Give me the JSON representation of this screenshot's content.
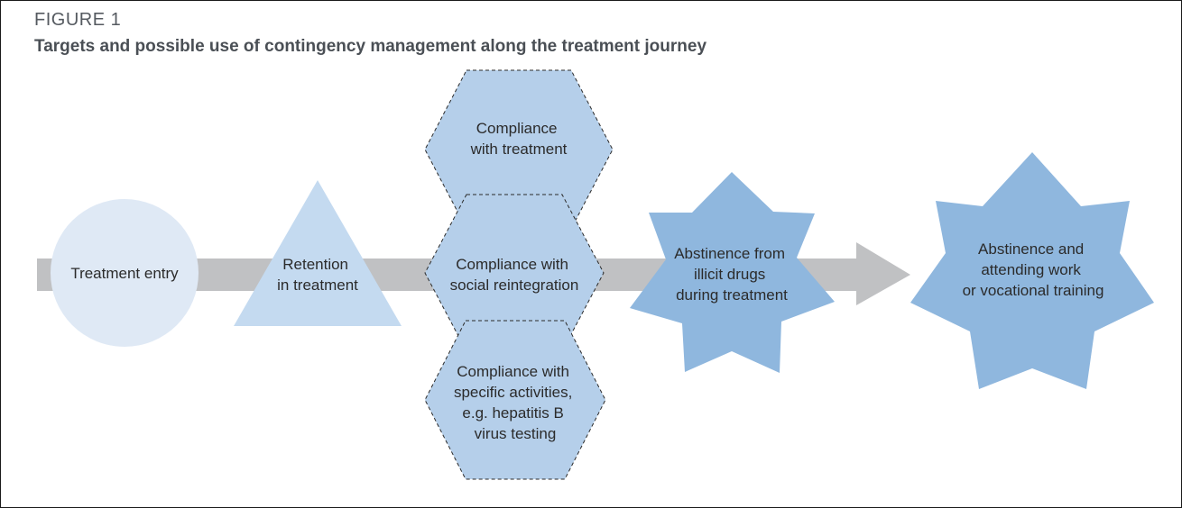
{
  "figure": {
    "label": "FIGURE 1",
    "title": "Targets and possible use of contingency management along the treatment journey"
  },
  "nodes": {
    "treatment_entry": [
      "Treatment entry"
    ],
    "retention": [
      "Retention",
      "in treatment"
    ],
    "compliance_treatment": [
      "Compliance",
      "with treatment"
    ],
    "compliance_social": [
      "Compliance with",
      "social reintegration"
    ],
    "compliance_specific": [
      "Compliance with",
      "specific activities,",
      "e.g. hepatitis B",
      "virus testing"
    ],
    "abstinence_during": [
      "Abstinence from",
      "illicit drugs",
      "during treatment"
    ],
    "abstinence_work": [
      "Abstinence and",
      "attending work",
      "or vocational training"
    ]
  },
  "colors": {
    "arrow": "#c0c1c3",
    "circle": "#dfe9f5",
    "triangle": "#c4daf0",
    "hexagon": "#b5cfea",
    "hexagon_outline": "#2b2b2b",
    "star": "#8fb7de",
    "text": "#2b2b2b"
  }
}
